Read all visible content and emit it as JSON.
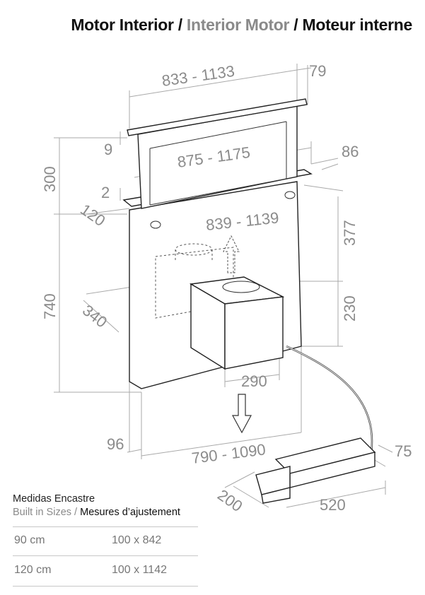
{
  "title": {
    "part1": "Motor Interior",
    "part2": "Interior Motor",
    "part3": "Moteur interne",
    "separator": "/"
  },
  "dimensions": {
    "top_width": "833 - 1133",
    "top_right": "79",
    "lid_gap": "9",
    "height_upper": "300",
    "inner_width": "875 - 1175",
    "side_depth": "86",
    "ledge": "2",
    "front_depth": "120",
    "body_width": "839 - 1139",
    "right_upper": "377",
    "height_lower": "740",
    "motor_depth": "340",
    "right_lower": "230",
    "motor_width": "290",
    "bottom_left": "96",
    "bottom_width": "790 - 1090",
    "remote_height": "75",
    "remote_depth": "200",
    "remote_width": "520"
  },
  "table": {
    "heading": "Medidas Encastre",
    "sub_grey": "Built in Sizes /",
    "sub_black": "Mesures d’ajustement",
    "rows": [
      {
        "size": "90 cm",
        "value": "100 x 842"
      },
      {
        "size": "120 cm",
        "value": "100 x 1142"
      }
    ]
  },
  "colors": {
    "dimension": "#8b8b8b",
    "outline": "#222222",
    "title_grey": "#8a8a8a"
  }
}
